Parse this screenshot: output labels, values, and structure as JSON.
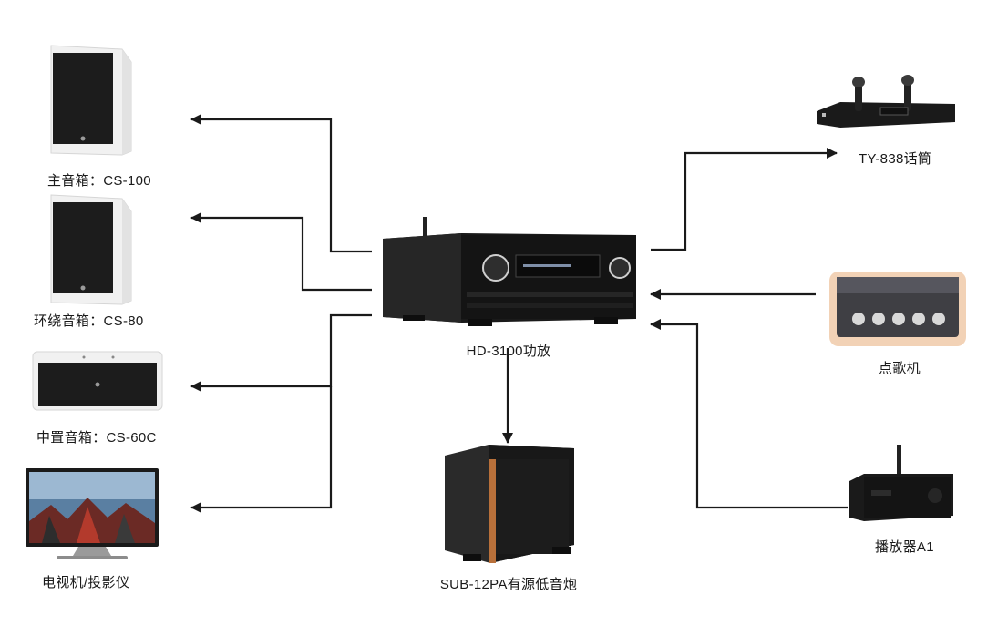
{
  "labels": {
    "main_speaker": "主音箱：CS-100",
    "surround_speaker": "环绕音箱：CS-80",
    "center_speaker": "中置音箱：CS-60C",
    "tv_projector": "电视机/投影仪",
    "amplifier": "HD-3100功放",
    "subwoofer": "SUB-12PA有源低音炮",
    "microphone": "TY-838话筒",
    "song_player": "点歌机",
    "media_player": "播放器A1"
  },
  "colors": {
    "line": "#1a1a1a",
    "amp_body": "#141414",
    "speaker_front": "#1c1c1c",
    "speaker_shell": "#f1f1f1",
    "wood_trim": "#b8703a",
    "tablet_frame": "#f2d2b6"
  }
}
